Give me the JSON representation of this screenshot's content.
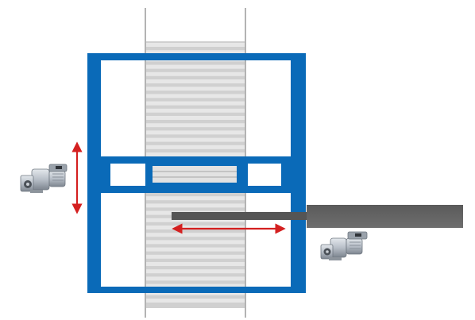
{
  "diagram": {
    "colors": {
      "frame": "#0a6ab8",
      "conveyor_track": "#c9c9c9",
      "conveyor_rails": "#b3b3b3",
      "roller": "#e7e7e7",
      "roller_gap": "#c4c4c4",
      "arm_dark": "#555555",
      "arm_mid": "#6b6b6b",
      "motion_arrow": "#d42020",
      "motor_body": "#b8bfc8"
    },
    "components": [
      {
        "name": "gantry-frame",
        "icon": "rectangular-frame"
      },
      {
        "name": "roller-conveyor",
        "icon": "roller-track"
      },
      {
        "name": "cross-carriage",
        "icon": "carriage-beam"
      },
      {
        "name": "telescopic-arm",
        "icon": "horizontal-beam"
      },
      {
        "name": "vertical-drive-motor",
        "icon": "gear-motor-icon"
      },
      {
        "name": "horizontal-drive-motor",
        "icon": "gear-motor-icon"
      }
    ],
    "motions": [
      {
        "name": "vertical-travel",
        "direction": "up-down",
        "icon": "double-arrow-vertical-icon"
      },
      {
        "name": "horizontal-travel",
        "direction": "left-right",
        "icon": "double-arrow-horizontal-icon"
      }
    ]
  }
}
